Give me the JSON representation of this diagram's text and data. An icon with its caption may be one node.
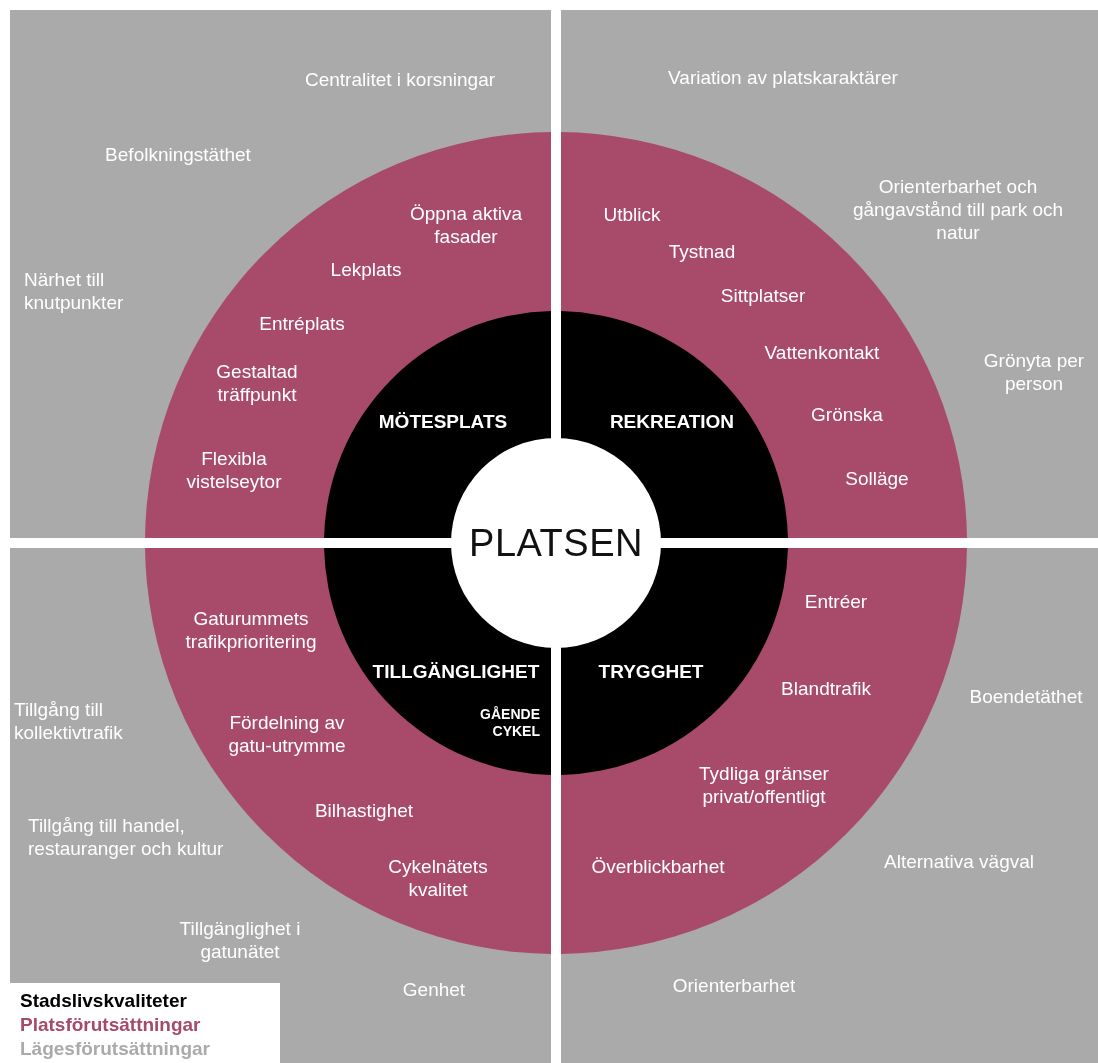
{
  "diagram": {
    "nodes": [
      {
        "text": [
          "Centralitet i korsningar",
          "Befolkningstäthet",
          "Närhet till knutpunkter"
        ]
      },
      {
        "text": [
          "Öppna aktiva fasader",
          "Lekplats",
          "Entréplats",
          "Gestaltad träffpunkt",
          "Flexibla vistelseytor"
        ],
        "in": 0
      },
      {
        "text": [
          "MÖTESPLATS"
        ],
        "in": 1
      },
      {
        "text": [
          "Variation av platskaraktärer",
          "Orienterbarhet och gångavstånd till park och natur",
          "Grönyta per person"
        ]
      },
      {
        "text": [
          "Utblick",
          "Tystnad",
          "Sittplatser",
          "Vattenkontakt",
          "Grönska",
          "Solläge"
        ],
        "in": 3
      },
      {
        "text": [
          "REKREATION"
        ],
        "in": 4
      },
      {
        "text": [
          "Tillgång till kollektivtrafik",
          "Tillgång till handel, restauranger och kultur",
          "Tillgänglighet i gatunätet",
          "Genhet"
        ]
      },
      {
        "text": [
          "Gaturummets trafikprioritering",
          "Fördelning av gatu-utrymme",
          "Bilhastighet",
          "Cykelnätets kvalitet"
        ],
        "in": 6
      },
      {
        "text": [
          "TILLGÄNGLIGHET",
          "GÅENDE CYKEL"
        ],
        "in": 7
      },
      {
        "text": [
          "Boendetäthet",
          "Alternativa vägval",
          "Orienterbarhet"
        ]
      },
      {
        "text": [
          "Entréer",
          "Blandtrafik",
          "Tydliga gränser privat/offentligt",
          "Överblickbarhet"
        ],
        "in": 9
      },
      {
        "text": [
          "TRYGGHET"
        ],
        "in": 10
      },
      {
        "text": [
          "PLATSEN"
        ]
      }
    ],
    "legend": [
      {
        "text": "Stadslivskvaliteter",
        "color": "#000000"
      },
      {
        "text": "Platsförutsättningar",
        "color": "#a54a6a"
      },
      {
        "text": "Lägesförutsättningar",
        "color": "#a9aaa9"
      }
    ]
  }
}
